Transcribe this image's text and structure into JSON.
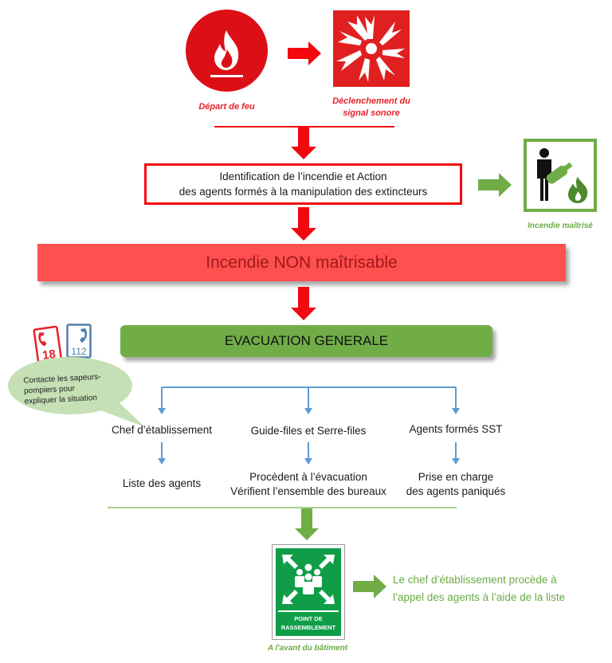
{
  "title": "Procédure d'évacuation incendie",
  "colors": {
    "red": "#f2080e",
    "red_box": "#ff5050",
    "green": "#70ad47",
    "blue": "#5b9bd5",
    "caption_green": "#6aab45"
  },
  "steps": {
    "depart_feu": {
      "icon": "flame-icon",
      "caption": "Départ de feu"
    },
    "signal": {
      "icon": "alarm-signal-icon",
      "caption_line1": "Déclenchement du",
      "caption_line2": "signal sonore"
    },
    "identification": {
      "line1": "Identification de l’incendie et Action",
      "line2": "des agents formés à la manipulation des extincteurs"
    },
    "maitrise": {
      "icon": "extinguisher-person-icon",
      "caption": "Incendie maîtrisé"
    },
    "non_maitrisable": "Incendie NON maîtrisable",
    "evacuation": "EVACUATION GENERALE",
    "call": {
      "numbers": [
        "18",
        "112"
      ],
      "bubble_line1": "Contacte les sapeurs-",
      "bubble_line2": "pompiers pour",
      "bubble_line3": "expliquer la situation"
    },
    "roles": [
      {
        "title": "Chef d’établissement",
        "action_line1": "Liste des agents",
        "action_line2": ""
      },
      {
        "title": "Guide-files et Serre-files",
        "action_line1": "Procèdent à l’évacuation",
        "action_line2": "Vérifient l’ensemble des bureaux"
      },
      {
        "title": "Agents formés SST",
        "action_line1": "Prise en charge",
        "action_line2": "des agents paniqués"
      }
    ],
    "assembly": {
      "sign_line1": "POINT DE",
      "sign_line2": "RASSEMBLEMENT",
      "caption": "A l'avant du bâtiment"
    },
    "final": {
      "line1": "Le chef d’établissement procède à",
      "line2": "l’appel des agents à l’aide de la liste"
    }
  }
}
